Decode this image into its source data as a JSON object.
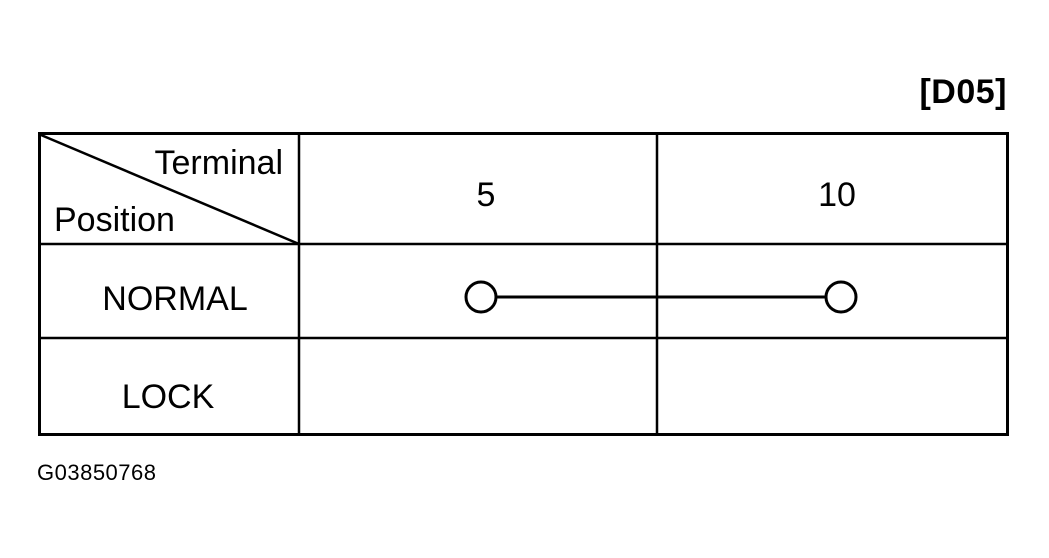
{
  "connector_label": "[D05]",
  "figure_code": "G03850768",
  "table": {
    "header_top_right": "Terminal",
    "header_bottom_left": "Position",
    "terminals": [
      "5",
      "10"
    ],
    "rows": [
      {
        "position": "NORMAL",
        "continuity": [
          "5",
          "10"
        ]
      },
      {
        "position": "LOCK",
        "continuity": []
      }
    ]
  }
}
